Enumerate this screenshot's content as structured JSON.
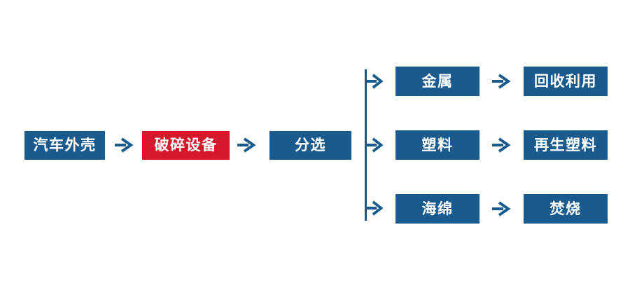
{
  "colors": {
    "node_blue": "#1a5a8c",
    "node_red": "#d6182d",
    "text_white": "#ffffff",
    "background": "#ffffff"
  },
  "flowchart": {
    "main_chain": {
      "source": {
        "label": "汽车外壳"
      },
      "process": {
        "label": "破碎设备"
      },
      "sorting": {
        "label": "分选"
      }
    },
    "branches": [
      {
        "material": "金属",
        "outcome": "回收利用"
      },
      {
        "material": "塑料",
        "outcome": "再生塑料"
      },
      {
        "material": "海绵",
        "outcome": "焚烧"
      }
    ]
  }
}
